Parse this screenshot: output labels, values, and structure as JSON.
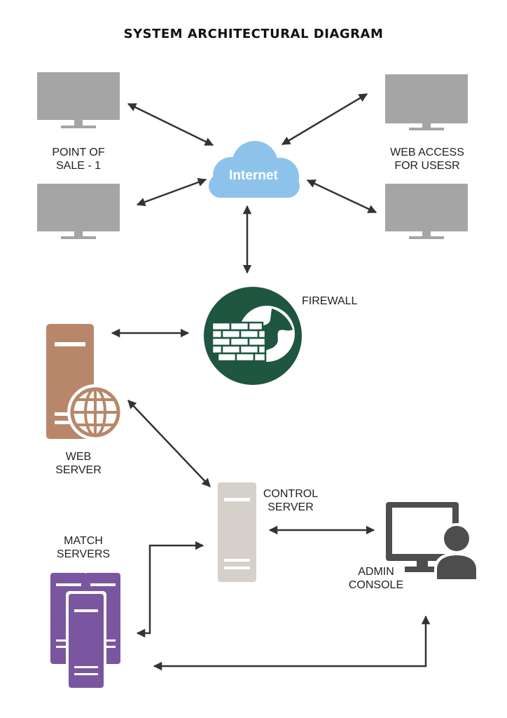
{
  "title": "SYSTEM ARCHITECTURAL DIAGRAM",
  "nodes": {
    "point_of_sale": {
      "label_line1": "POINT OF",
      "label_line2": "SALE - 1"
    },
    "web_access": {
      "label_line1": "WEB ACCESS",
      "label_line2": "FOR USESR"
    },
    "internet": {
      "label": "Internet"
    },
    "firewall": {
      "label": "FIREWALL"
    },
    "web_server": {
      "label_line1": "WEB",
      "label_line2": "SERVER"
    },
    "control_server": {
      "label_line1": "CONTROL",
      "label_line2": "SERVER"
    },
    "match_servers": {
      "label_line1": "MATCH",
      "label_line2": "SERVERS"
    },
    "admin_console": {
      "label_line1": "ADMIN",
      "label_line2": "CONSOLE"
    }
  },
  "colors": {
    "monitor": "#a5a5a5",
    "cloud": "#8dc3ea",
    "firewall": "#1e5640",
    "web_server": "#b8876a",
    "control_server": "#d6d0cb",
    "match_servers": "#7a56a0",
    "admin_console": "#4d4d4d",
    "arrow": "#333333"
  },
  "icons": [
    "monitor-icon",
    "cloud-icon",
    "firewall-icon",
    "web-server-icon",
    "server-icon",
    "server-stack-icon",
    "admin-console-icon"
  ]
}
